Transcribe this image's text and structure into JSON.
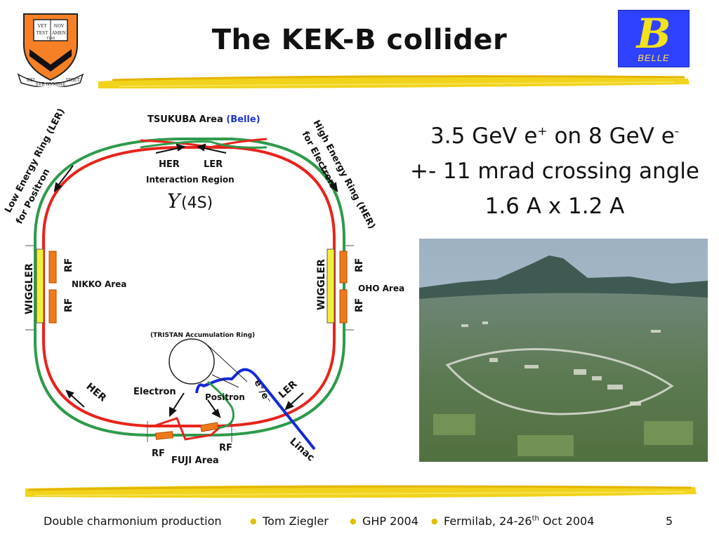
{
  "slide": {
    "title": "The KEK-B collider",
    "logo_right_text": "BELLE",
    "logo_right_letter": "B",
    "shield_motto": [
      "DEI",
      "SVB NVMINE",
      "VIGET"
    ],
    "shield_book_text": [
      "VET",
      "NOV",
      "TEST",
      "AMEN",
      "TVM"
    ]
  },
  "parameters": {
    "line1_a": "3.5 GeV e",
    "line1_sup1": "+",
    "line1_b": " on 8 GeV e",
    "line1_sup2": "-",
    "line2": "+- 11 mrad crossing angle",
    "line3": "1.6 A x 1.2 A"
  },
  "diagram": {
    "tsukuba": "TSUKUBA Area ",
    "belle": "(Belle)",
    "her_top": "HER",
    "ler_top": "LER",
    "interaction_region": "Interaction Region",
    "upsilon_symbol": "Υ",
    "upsilon_state": "(4S)",
    "ler_ring_line1": "Low Energy Ring (LER)",
    "ler_ring_line2": "for Positron",
    "her_ring_line1": "High Energy Ring (HER)",
    "her_ring_line2": "for Electron",
    "wiggler_left": "WIGGLER",
    "wiggler_right": "WIGGLER",
    "rf": "RF",
    "nikko": "NIKKO Area",
    "oho": "OHO Area",
    "tristan": "(TRISTAN Accumulation Ring)",
    "electron": "Electron",
    "positron": "Positron",
    "her_bottom": "HER",
    "ler_bottom": "LER",
    "eplus_eminus": "e⁺/e⁻",
    "linac": "Linac",
    "fuji": "FUJI Area",
    "colors": {
      "her": "#e8231c",
      "ler": "#2e9a4b",
      "linac": "#1428d8",
      "wiggler": "#f3f03a",
      "rf": "#f07a1a"
    }
  },
  "footer": {
    "talk": "Double charmonium production",
    "author": "Tom Ziegler",
    "conference": "GHP 2004",
    "place_a": "Fermilab, 24-26",
    "place_sup": "th",
    "place_b": " Oct 2004",
    "page": "5"
  }
}
